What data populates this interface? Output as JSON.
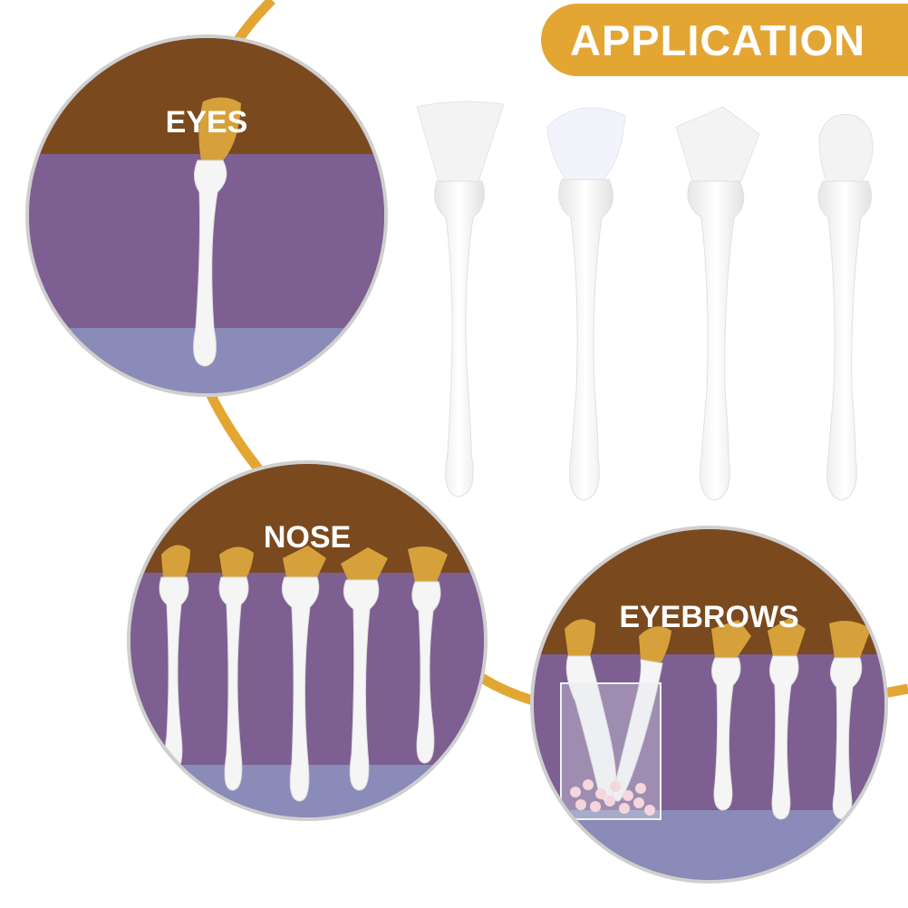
{
  "header": {
    "title": "APPLICATION"
  },
  "colors": {
    "accent": "#e3a633",
    "band_brown": "#7a4a1e",
    "wall_purple": "#7d5f91",
    "floor_lavender": "#8a8bb8",
    "brush_white": "#f7f7f7"
  },
  "circles": [
    {
      "label": "EYES"
    },
    {
      "label": "NOSE"
    },
    {
      "label": "EYEBROWS"
    }
  ]
}
